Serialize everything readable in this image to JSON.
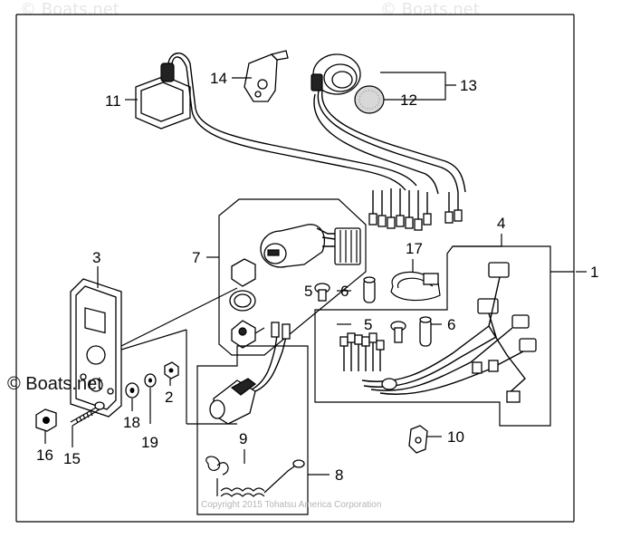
{
  "watermarks": [
    "© Boats.net",
    "© Boats.net"
  ],
  "brand_mark": "© Boats.net",
  "copyright": "Copyright 2015 Tohatsu America Corporation",
  "callouts": {
    "c1": "1",
    "c2": "2",
    "c3": "3",
    "c4": "4",
    "c5a": "5",
    "c5b": "5",
    "c6a": "6",
    "c6b": "6",
    "c7": "7",
    "c8": "8",
    "c9": "9",
    "c10": "10",
    "c11": "11",
    "c12": "12",
    "c13": "13",
    "c14": "14",
    "c15": "15",
    "c16": "16",
    "c17": "17",
    "c18": "18",
    "c19": "19"
  }
}
